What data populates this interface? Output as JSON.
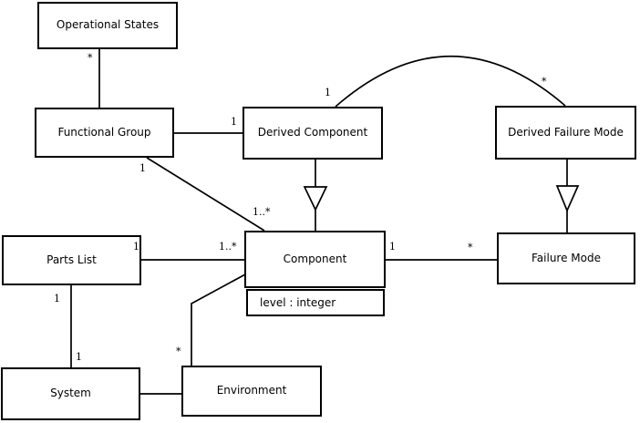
{
  "diagram": {
    "classes": {
      "operational_states": {
        "name": "Operational States"
      },
      "functional_group": {
        "name": "Functional Group"
      },
      "derived_component": {
        "name": "Derived Component"
      },
      "derived_failure_mode": {
        "name": "Derived Failure Mode"
      },
      "parts_list": {
        "name": "Parts List"
      },
      "component": {
        "name": "Component",
        "attribute": "level : integer"
      },
      "failure_mode": {
        "name": "Failure Mode"
      },
      "system": {
        "name": "System"
      },
      "environment": {
        "name": "Environment"
      }
    },
    "multiplicities": {
      "operational_states_end": "*",
      "fg_to_derived_component": "1",
      "fg_to_component_source": "1",
      "fg_to_component_target": "1..*",
      "derived_component_to_dfm_source": "1",
      "derived_component_to_dfm_target": "*",
      "parts_list_to_component_source": "1",
      "parts_list_to_component_target": "1..*",
      "component_to_failure_mode_source": "1",
      "component_to_failure_mode_target": "*",
      "parts_list_to_system_source": "1",
      "parts_list_to_system_target": "1",
      "component_to_environment_target": "*"
    },
    "colors": {
      "line": "#000000",
      "fill": "#ffffff",
      "background": "#ffffff",
      "text": "#000000"
    }
  }
}
